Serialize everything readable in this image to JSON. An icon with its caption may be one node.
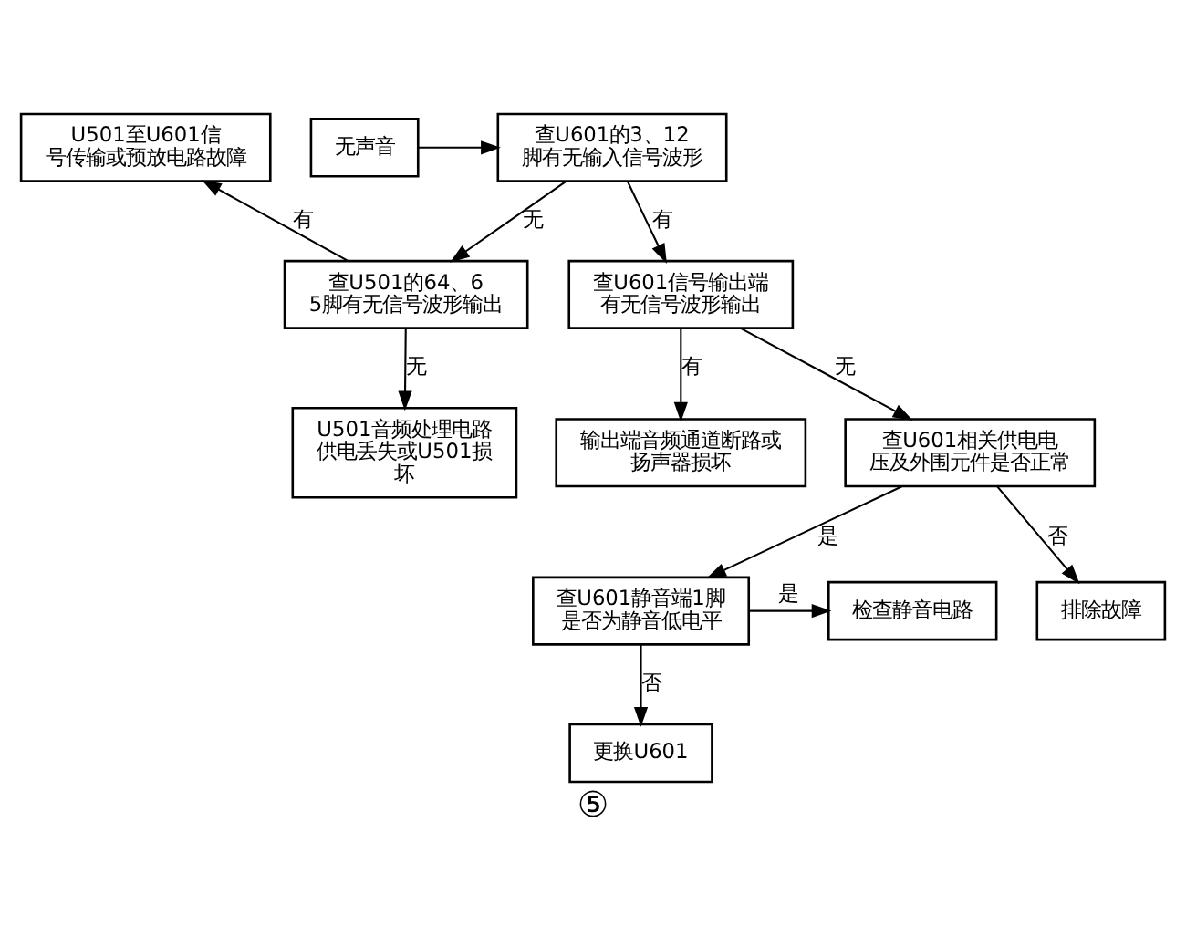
{
  "diagram": {
    "caption": "⑤",
    "nodes": [
      {
        "text": [
          "U501至U601信号传输或预放电路故障"
        ]
      },
      {
        "text": [
          "查U601的3、12脚有无输入信号波形"
        ]
      },
      {
        "text": [
          "无声音"
        ]
      },
      {
        "text": [
          "查U501的64、65脚有无信号波形输出"
        ]
      },
      {
        "text": [
          "查U601信号输出端有无信号波形输出"
        ]
      },
      {
        "text": [
          "U501音频处理电路供电丢失或U501损坏"
        ]
      },
      {
        "text": [
          "输出端音频通道断路或扬声器损坏"
        ]
      },
      {
        "text": [
          "查U601相关供电电压及外围元件是否正常"
        ]
      },
      {
        "text": [
          "检查静音电路"
        ]
      },
      {
        "text": [
          "查U601静音端1脚是否为静音低电平"
        ]
      },
      {
        "text": [
          "排除故障"
        ]
      },
      {
        "text": [
          "更换U601"
        ]
      }
    ],
    "edges": [
      {
        "from": 2,
        "to": 1,
        "arrow": "to"
      },
      {
        "from": 1,
        "to": 3,
        "arrow": "to",
        "label": "无"
      },
      {
        "from": 1,
        "to": 4,
        "arrow": "to",
        "label": "有"
      },
      {
        "from": 3,
        "to": 0,
        "arrow": "to",
        "label": "有"
      },
      {
        "from": 3,
        "to": 5,
        "arrow": "to",
        "label": "无"
      },
      {
        "from": 4,
        "to": 6,
        "arrow": "to",
        "label": "有"
      },
      {
        "from": 4,
        "to": 7,
        "arrow": "to",
        "label": "无"
      },
      {
        "from": 7,
        "to": 9,
        "arrow": "to",
        "label": "是"
      },
      {
        "from": 7,
        "to": 10,
        "arrow": "to",
        "label": "否"
      },
      {
        "from": 9,
        "to": 8,
        "arrow": "to",
        "label": "是"
      },
      {
        "from": 9,
        "to": 11,
        "arrow": "to",
        "label": "否"
      }
    ]
  }
}
